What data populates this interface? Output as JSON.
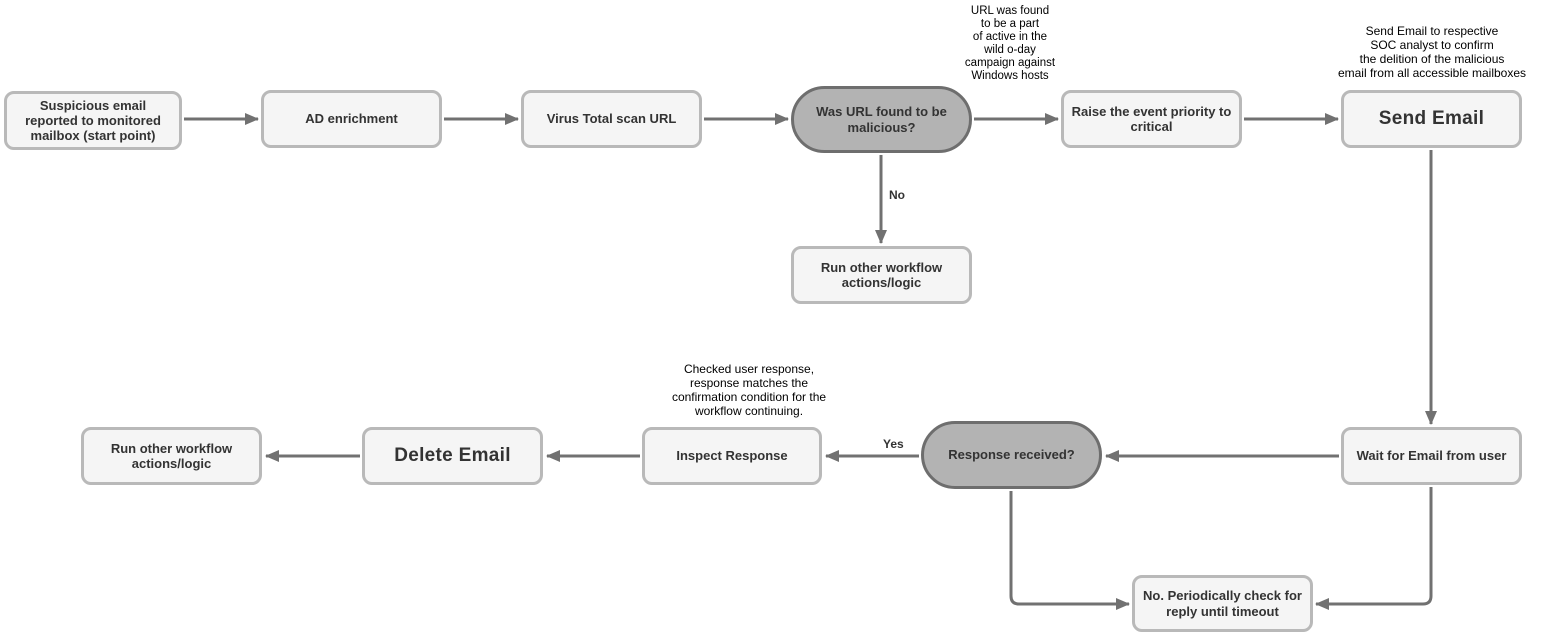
{
  "diagram": {
    "type": "flowchart",
    "description": "SOC phishing email response workflow",
    "background": "#ffffff"
  },
  "colors": {
    "process_fill": "#f5f5f5",
    "process_border": "#b9b9b9",
    "decision_fill": "#b3b3b3",
    "decision_border": "#6e6e6e",
    "arrow": "#717171",
    "node_text": "#333333",
    "annotation_text": "#000000"
  },
  "nodes": [
    {
      "id": "start",
      "type": "process",
      "label": "Suspicious email\nreported to monitored\nmailbox (start point)"
    },
    {
      "id": "ad-enrichment",
      "type": "process",
      "label": "AD enrichment"
    },
    {
      "id": "virus-total-scan",
      "type": "process",
      "label": "Virus Total scan URL"
    },
    {
      "id": "url-malicious-decision",
      "type": "decision",
      "label": "Was URL found to be\nmalicious?"
    },
    {
      "id": "raise-priority",
      "type": "process",
      "label": "Raise the event priority to\ncritical"
    },
    {
      "id": "send-email",
      "type": "process",
      "label": "Send Email"
    },
    {
      "id": "run-other-workflow-no-branch",
      "type": "process",
      "label": "Run other workflow\nactions/logic"
    },
    {
      "id": "run-other-workflow-final",
      "type": "process",
      "label": "Run other workflow\nactions/logic"
    },
    {
      "id": "delete-email",
      "type": "process",
      "label": "Delete Email"
    },
    {
      "id": "inspect-response",
      "type": "process",
      "label": "Inspect Response"
    },
    {
      "id": "response-received-decision",
      "type": "decision",
      "label": "Response received?"
    },
    {
      "id": "wait-for-email",
      "type": "process",
      "label": "Wait for Email from user"
    },
    {
      "id": "periodic-check",
      "type": "process",
      "label": "No. Periodically check for\nreply until timeout"
    }
  ],
  "annotations": [
    {
      "id": "zero-day-note",
      "label": "URL was found\nto be a part\nof active in the\nwild o-day\ncampaign against\nWindows hosts"
    },
    {
      "id": "send-email-note",
      "label": "Send Email to respective\nSOC analyst to confirm\nthe delition of the malicious\nemail from all accessible mailboxes"
    },
    {
      "id": "inspect-response-note",
      "label": "Checked user response,\nresponse matches the\nconfirmation condition for the\nworkflow continuing."
    }
  ],
  "edge_labels": {
    "no": "No",
    "yes": "Yes"
  }
}
